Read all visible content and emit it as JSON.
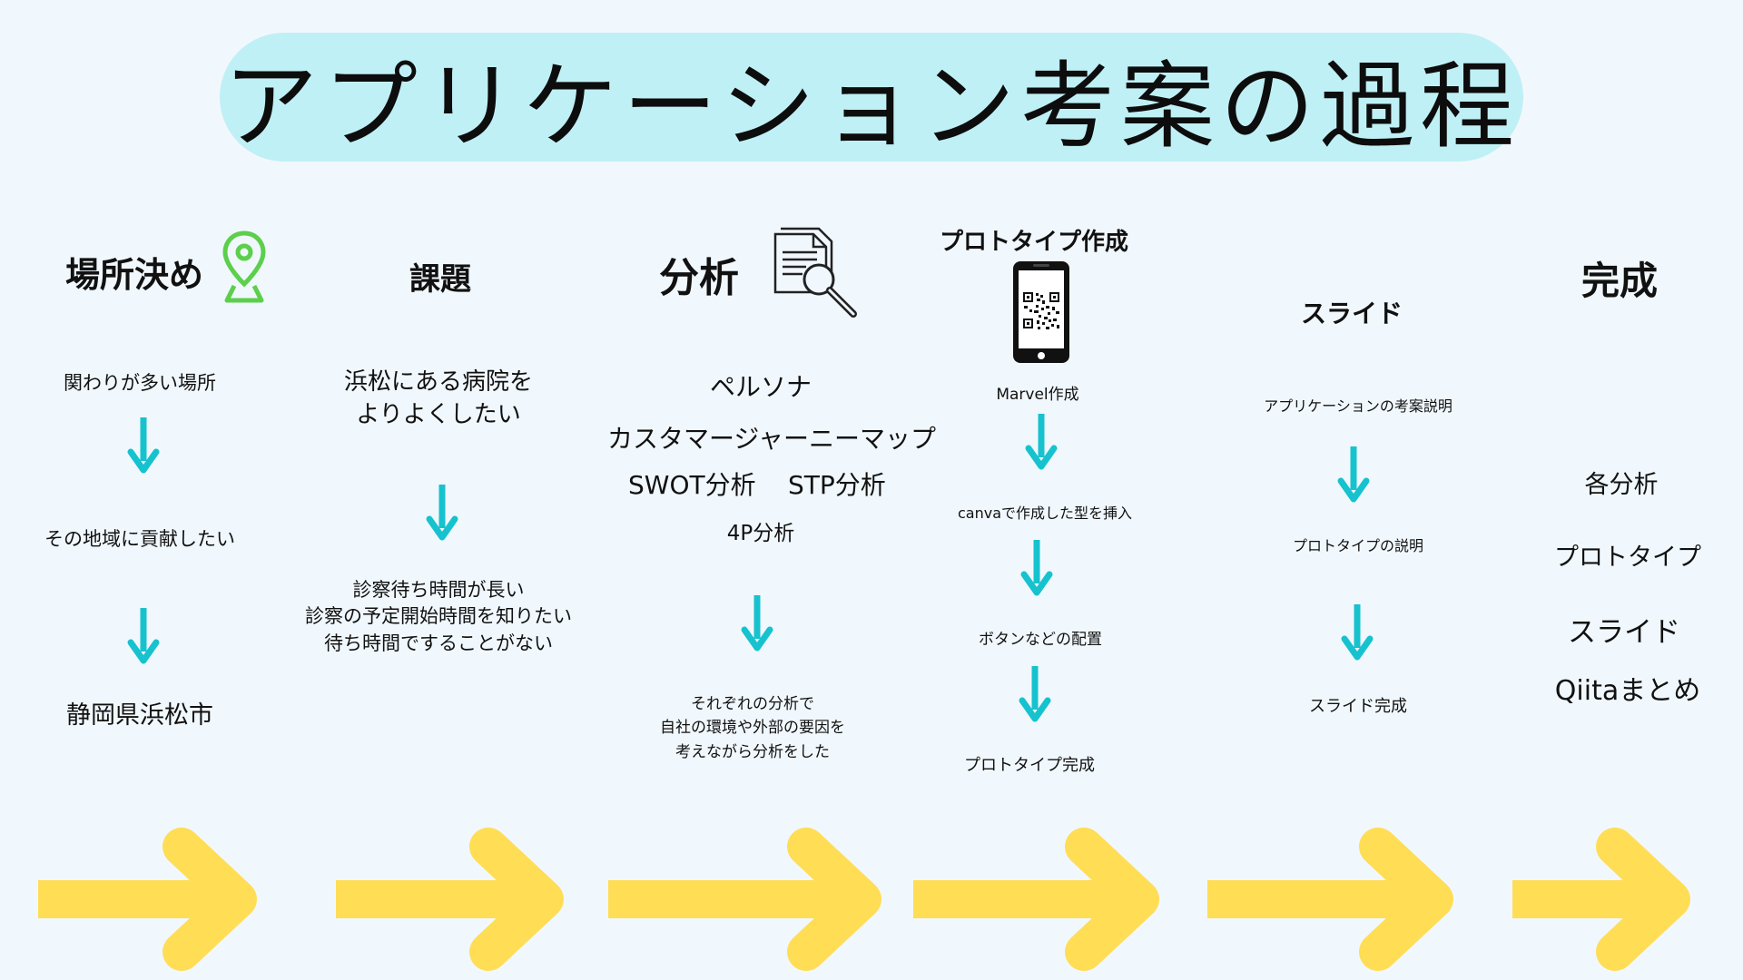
{
  "title": "アプリケーション考案の過程",
  "colors": {
    "title_bg": "#bff0f5",
    "down_arrow": "#17c2cf",
    "big_arrow": "#ffdd55",
    "pin": "#5ccf4c",
    "background": "#f1f8fd"
  },
  "columns": {
    "location": {
      "heading": "場所決め",
      "icon": "map-pin-icon",
      "steps": [
        "関わりが多い場所",
        "その地域に貢献したい",
        "静岡県浜松市"
      ]
    },
    "issue": {
      "heading": "課題",
      "steps": [
        [
          "浜松にある病院を",
          "よりよくしたい"
        ],
        [
          "診察待ち時間が長い",
          "診察の予定開始時間を知りたい",
          "待ち時間ですることがない"
        ]
      ]
    },
    "analysis": {
      "heading": "分析",
      "icon": "document-search-icon",
      "methods": [
        "ペルソナ",
        "カスタマージャーニーマップ",
        "SWOT分析",
        "STP分析",
        "4P分析"
      ],
      "result": [
        "それぞれの分析で",
        "自社の環境や外部の要因を",
        "考えながら分析をした"
      ]
    },
    "prototype": {
      "heading": "プロトタイプ作成",
      "icon": "smartphone-qr-icon",
      "steps": [
        "Marvel作成",
        "canvaで作成した型を挿入",
        "ボタンなどの配置",
        "プロトタイプ完成"
      ]
    },
    "slides": {
      "heading": "スライド",
      "steps": [
        "アプリケーションの考案説明",
        "プロトタイプの説明",
        "スライド完成"
      ]
    },
    "complete": {
      "heading": "完成",
      "items": [
        "各分析",
        "プロトタイプ",
        "スライド",
        "Qiitaまとめ"
      ]
    }
  }
}
